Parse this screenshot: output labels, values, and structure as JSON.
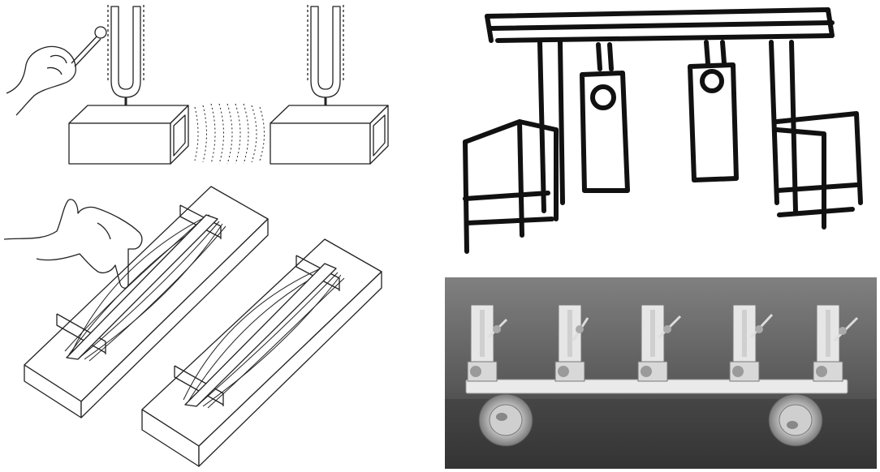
{
  "panels": [
    {
      "name": "tuning-fork-resonance",
      "style": "line-drawing"
    },
    {
      "name": "vibrating-strings-boards",
      "style": "line-drawing"
    },
    {
      "name": "coupled-pendulums-sketch",
      "style": "ink-sketch"
    },
    {
      "name": "metronomes-on-board-photo",
      "style": "grayscale-photo",
      "metronome_count": 5,
      "can_count": 2
    }
  ],
  "colors": {
    "ink": "#111111",
    "background": "#ffffff",
    "photo_bg": "#6e6e6e"
  }
}
